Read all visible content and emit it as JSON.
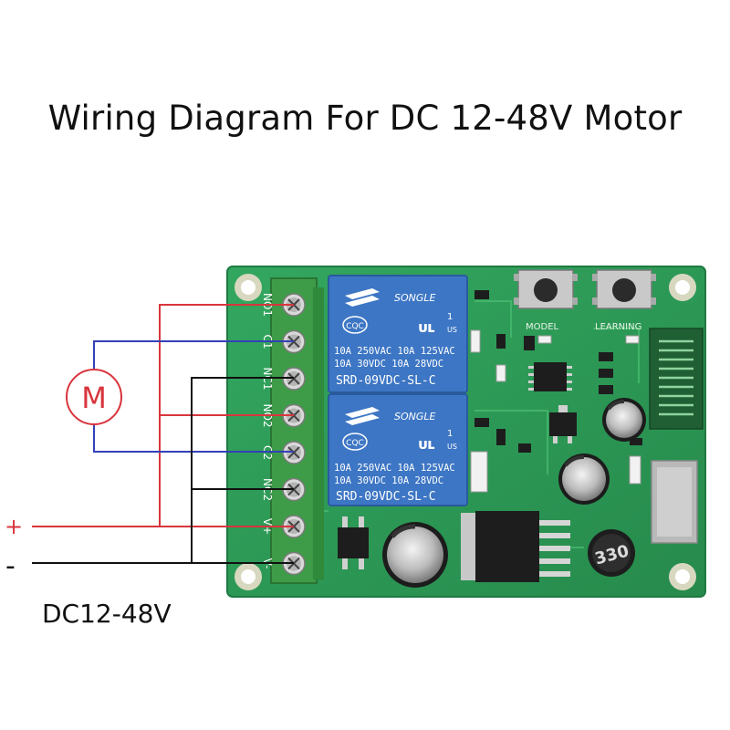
{
  "title": "Wiring Diagram For DC 12-48V Motor",
  "motor": {
    "label": "M"
  },
  "power": {
    "plus": "+",
    "minus": "-",
    "voltage": "DC12-48V"
  },
  "terminals": [
    "NO1",
    "C1",
    "NC1",
    "NO2",
    "C2",
    "NC2",
    "V+",
    "V-"
  ],
  "relays": [
    {
      "brand": "SONGLE",
      "line1": "10A 250VAC  10A 125VAC",
      "line2": "10A 30VDC  10A 28VDC",
      "model": "SRD-09VDC-SL-C",
      "cert": "CQC",
      "us": "US"
    },
    {
      "brand": "SONGLE",
      "line1": "10A 250VAC  10A 125VAC",
      "line2": "10A 30VDC  10A 28VDC",
      "model": "SRD-09VDC-SL-C",
      "cert": "CQC",
      "us": "US"
    }
  ],
  "board": {
    "model_label": "MODEL",
    "learning_label": "LEARNING",
    "inductor": "330"
  },
  "colors": {
    "red_wire": "#d8353d",
    "blue_wire": "#3340b8",
    "black_wire": "#111111",
    "pcb": "#2e9d58",
    "terminal": "#3e9c48",
    "relay": "#3d76c4"
  }
}
